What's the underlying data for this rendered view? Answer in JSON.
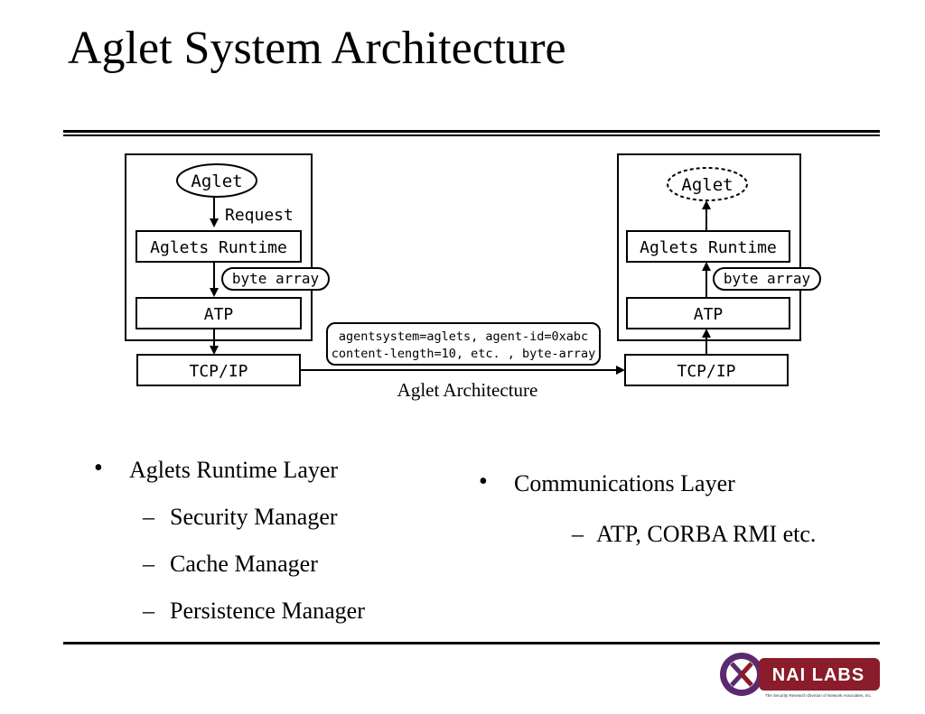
{
  "slide": {
    "title": "Aglet System Architecture"
  },
  "diagram": {
    "left": {
      "aglet": "Aglet",
      "request": "Request",
      "runtime": "Aglets Runtime",
      "byte_array": "byte array",
      "atp": "ATP",
      "tcpip": "TCP/IP"
    },
    "right": {
      "aglet": "Aglet",
      "runtime": "Aglets Runtime",
      "byte_array": "byte array",
      "atp": "ATP",
      "tcpip": "TCP/IP"
    },
    "message_line1": "agentsystem=aglets, agent-id=0xabc",
    "message_line2": "content-length=10, etc. , byte-array",
    "caption": "Aglet Architecture"
  },
  "bullets": {
    "left": {
      "heading": "Aglets Runtime Layer",
      "subitems": [
        "Security Manager",
        "Cache Manager",
        "Persistence Manager"
      ]
    },
    "right": {
      "heading": "Communications Layer",
      "subitems": [
        "ATP, CORBA RMI etc."
      ]
    },
    "bullet_glyph": "•",
    "dash_glyph": "–"
  },
  "logo": {
    "text": "NAI LABS",
    "tagline": "The Security Research Division of Network Associates, Inc.",
    "colors": {
      "brand": "#8a1c2b",
      "accent": "#5b2a6e"
    }
  }
}
